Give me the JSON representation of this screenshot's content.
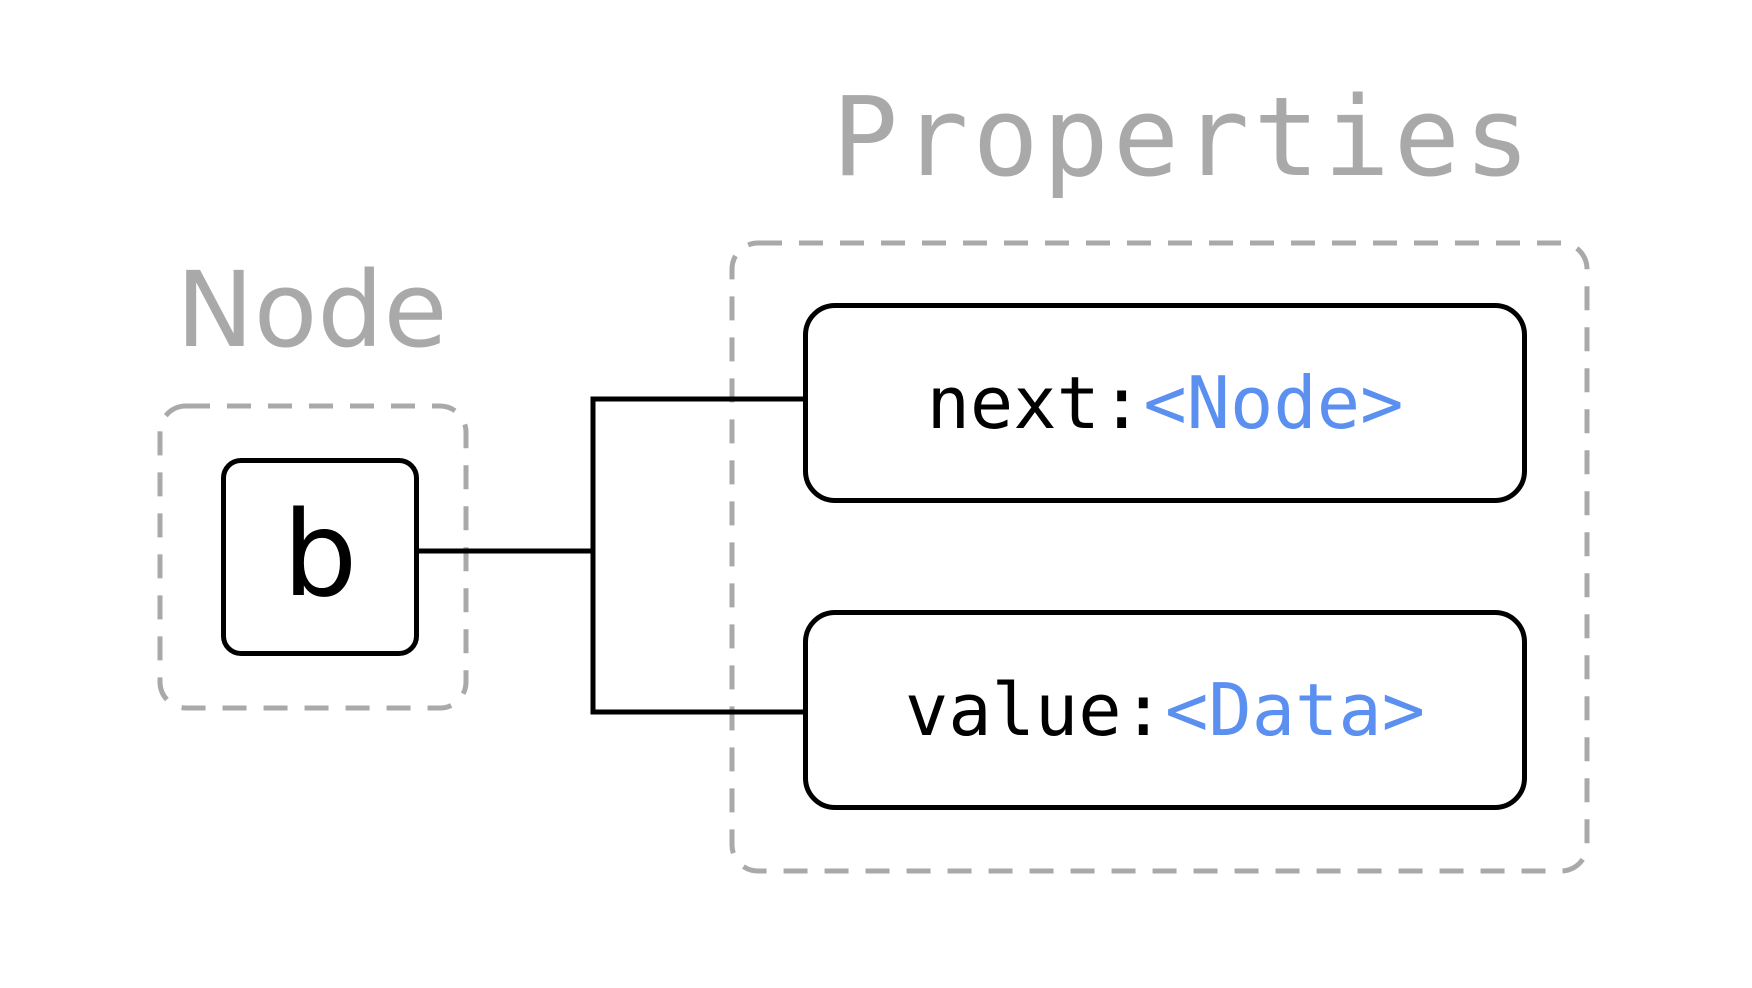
{
  "labels": {
    "node_heading": "Node",
    "properties_heading": "Properties"
  },
  "node": {
    "name": "b"
  },
  "properties": [
    {
      "name": "next",
      "separator": ": ",
      "type": "<Node>"
    },
    {
      "name": "value",
      "separator": ": ",
      "type": "<Data>"
    }
  ],
  "colors": {
    "heading": "#a9a9a9",
    "dashed_border": "#a9a9a9",
    "type_text": "#5b8ff0",
    "stroke": "#000000"
  }
}
